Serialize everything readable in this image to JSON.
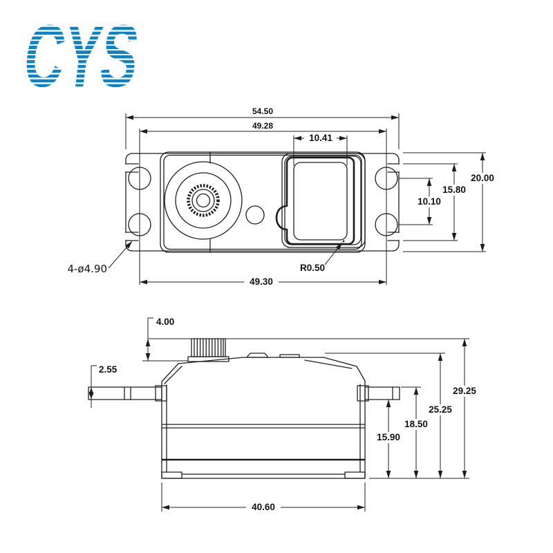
{
  "logo": {
    "text": "CYS",
    "color": "#0c82c8"
  },
  "drawing": {
    "line_color": "#1c1c1c",
    "top_view": {
      "overall_width": "54.50",
      "mount_span_top": "49.28",
      "cover_width": "10.41",
      "overall_height": "20.00",
      "slot_span": "15.80",
      "hole_spacing": "10.10",
      "mount_span_bottom": "49.30",
      "mount_holes_label": "4-ø4.90",
      "corner_radius_label": "R0.50"
    },
    "side_view": {
      "gear_height": "4.00",
      "tab_thickness": "2.55",
      "total_height": "29.25",
      "case_height": "25.25",
      "height_to_tab_top": "18.50",
      "height_to_tab_bottom": "15.90",
      "body_width": "40.60"
    }
  }
}
